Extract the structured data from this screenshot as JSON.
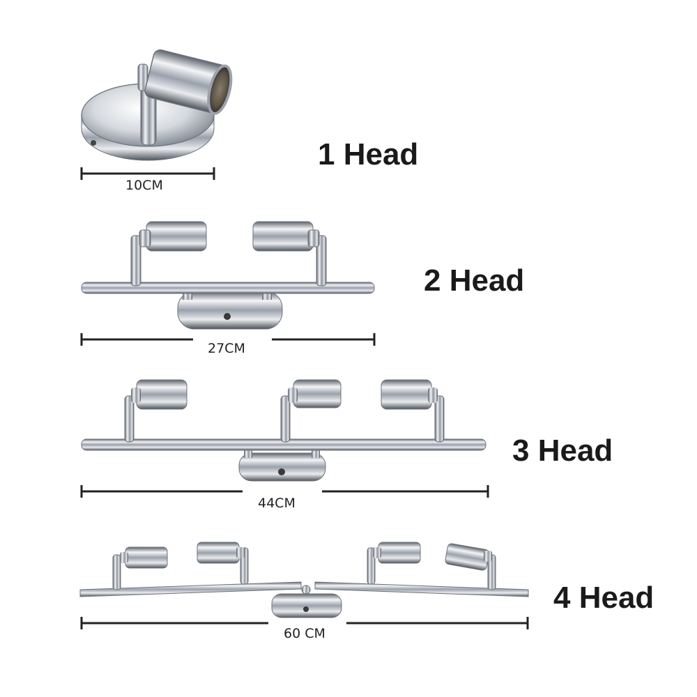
{
  "variants": [
    {
      "label": "1 Head",
      "dimension": "10CM"
    },
    {
      "label": "2 Head",
      "dimension": "27CM"
    },
    {
      "label": "3 Head",
      "dimension": "44CM"
    },
    {
      "label": "4 Head",
      "dimension": "60 CM"
    }
  ],
  "colors": {
    "text": "#1a1a1a",
    "chrome_light": "#f2f3f5",
    "chrome_mid": "#b9bec6",
    "chrome_dark": "#5d636c",
    "dimension_line": "#222222"
  }
}
